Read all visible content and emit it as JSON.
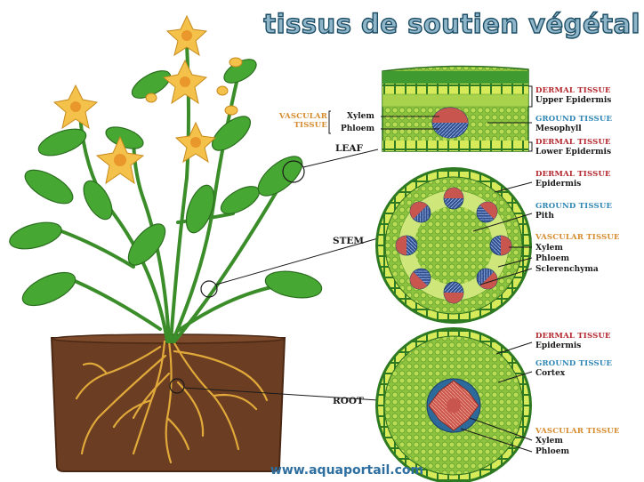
{
  "title": "tissus de soutien végétal",
  "footer": "www.aquaportail.com",
  "colors": {
    "dermal": "#b3262d",
    "ground": "#2e86b5",
    "vascular": "#d58a2c",
    "soil": "#6b3d22",
    "leaf_green": "#3f9a2f"
  },
  "parts": {
    "leaf": "LEAF",
    "stem": "STEM",
    "root": "ROOT"
  },
  "leaf_section": {
    "vascular_label": "VASCULAR TISSUE",
    "xylem": "Xylem",
    "phloem": "Phloem",
    "upper_cat": "DERMAL TISSUE",
    "upper_sub": "Upper Epidermis",
    "ground_cat": "GROUND TISSUE",
    "ground_sub": "Mesophyll",
    "lower_cat": "DERMAL TISSUE",
    "lower_sub": "Lower Epidermis"
  },
  "stem_section": {
    "dermal_cat": "DERMAL TISSUE",
    "dermal_sub": "Epidermis",
    "ground_cat": "GROUND TISSUE",
    "ground_sub": "Pith",
    "vascular_cat": "VASCULAR TISSUE",
    "xylem": "Xylem",
    "phloem": "Phloem",
    "sclerenchyma": "Sclerenchyma"
  },
  "root_section": {
    "dermal_cat": "DERMAL TISSUE",
    "dermal_sub": "Epidermis",
    "ground_cat": "GROUND TISSUE",
    "ground_sub": "Cortex",
    "vascular_cat": "VASCULAR TISSUE",
    "xylem": "Xylem",
    "phloem": "Phloem"
  }
}
